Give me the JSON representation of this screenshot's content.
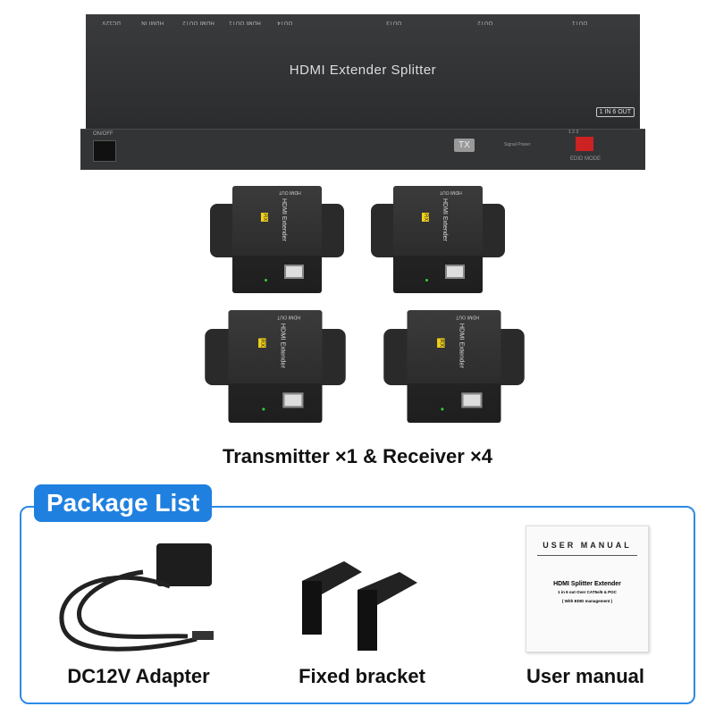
{
  "transmitter": {
    "title": "HDMI Extender Splitter",
    "ports": [
      "DC12V",
      "HDMI IN",
      "HDMI OUT2",
      "HDMI OUT1",
      "OUT4",
      "OUT3",
      "OUT2",
      "OUT1"
    ],
    "badge": "1 IN 6 OUT",
    "switch_label": "ON/OFF",
    "tx_label": "TX",
    "led_labels": "Signal  Power",
    "dip_numbers": "1 2 3",
    "edid_label": "EDID MODE"
  },
  "receiver": {
    "hdmi_out": "HDMI OUT",
    "badge": "RX",
    "name": "HDMI Extender"
  },
  "caption": "Transmitter ×1 & Receiver ×4",
  "package": {
    "title": "Package List",
    "items": [
      {
        "label": "DC12V Adapter"
      },
      {
        "label": "Fixed bracket"
      },
      {
        "label": "User manual"
      }
    ],
    "manual": {
      "heading": "USER   MANUAL",
      "title": "HDMI Splitter Extender",
      "subtitle": "1 in 6 out Over CAT5e/6 & POC",
      "note": "( With EDID management )"
    }
  }
}
